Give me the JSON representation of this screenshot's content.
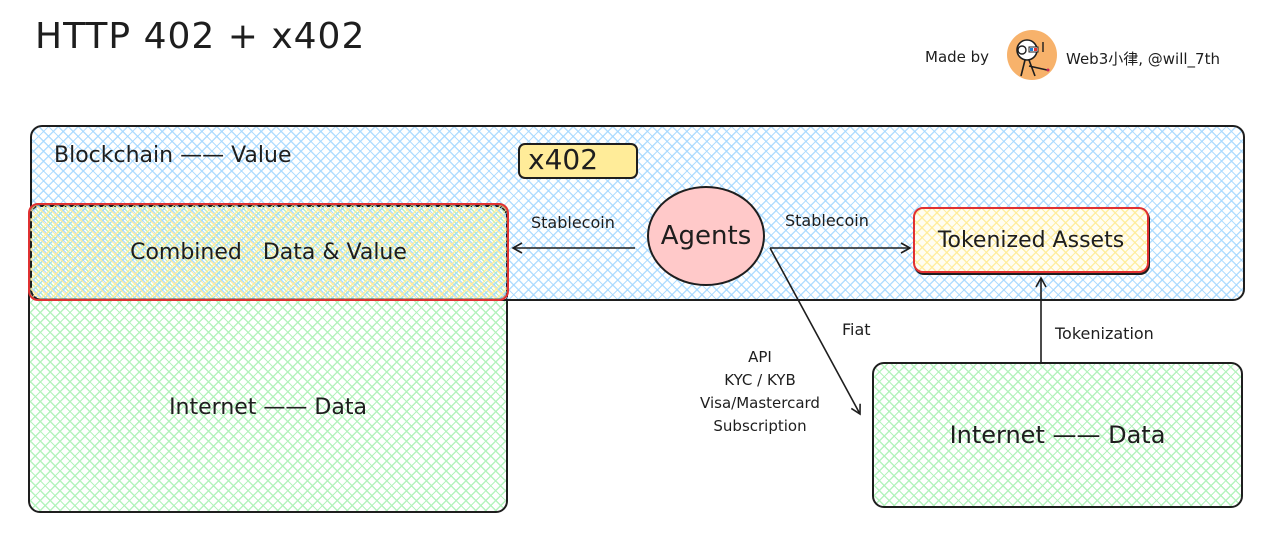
{
  "header": {
    "title": "HTTP 402 + x402",
    "made_by_label": "Made by",
    "author": "Web3小律, @will_7th",
    "avatar_icon": "cartoon-avatar-icon"
  },
  "colors": {
    "blockchain_fill": "#a5d8ff",
    "internet_fill": "#b2f2bb",
    "combined_fill": "#ffec99",
    "combined_border": "#e03131",
    "badge_fill": "#ffec99",
    "agents_fill": "#ffc9c9",
    "avatar_bg": "#f7b26b",
    "stroke": "#1e1e1e"
  },
  "diagram": {
    "blockchain_box": {
      "label": "Blockchain —— Value"
    },
    "badge": {
      "label": "x402"
    },
    "combined_box": {
      "label": "Combined   Data & Value"
    },
    "internet_left_box": {
      "label": "Internet —— Data"
    },
    "agents": {
      "label": "Agents"
    },
    "tokenized_assets": {
      "label": "Tokenized Assets"
    },
    "internet_right_box": {
      "label": "Internet —— Data"
    },
    "edges": {
      "agents_to_combined": {
        "label": "Stablecoin"
      },
      "agents_to_tokenized": {
        "label": "Stablecoin"
      },
      "agents_to_internet": {
        "label": "Fiat"
      },
      "internet_to_tokenized": {
        "label": "Tokenization"
      }
    },
    "traditional_rails": {
      "lines": [
        "API",
        "KYC / KYB",
        "Visa/Mastercard",
        "Subscription"
      ]
    }
  }
}
